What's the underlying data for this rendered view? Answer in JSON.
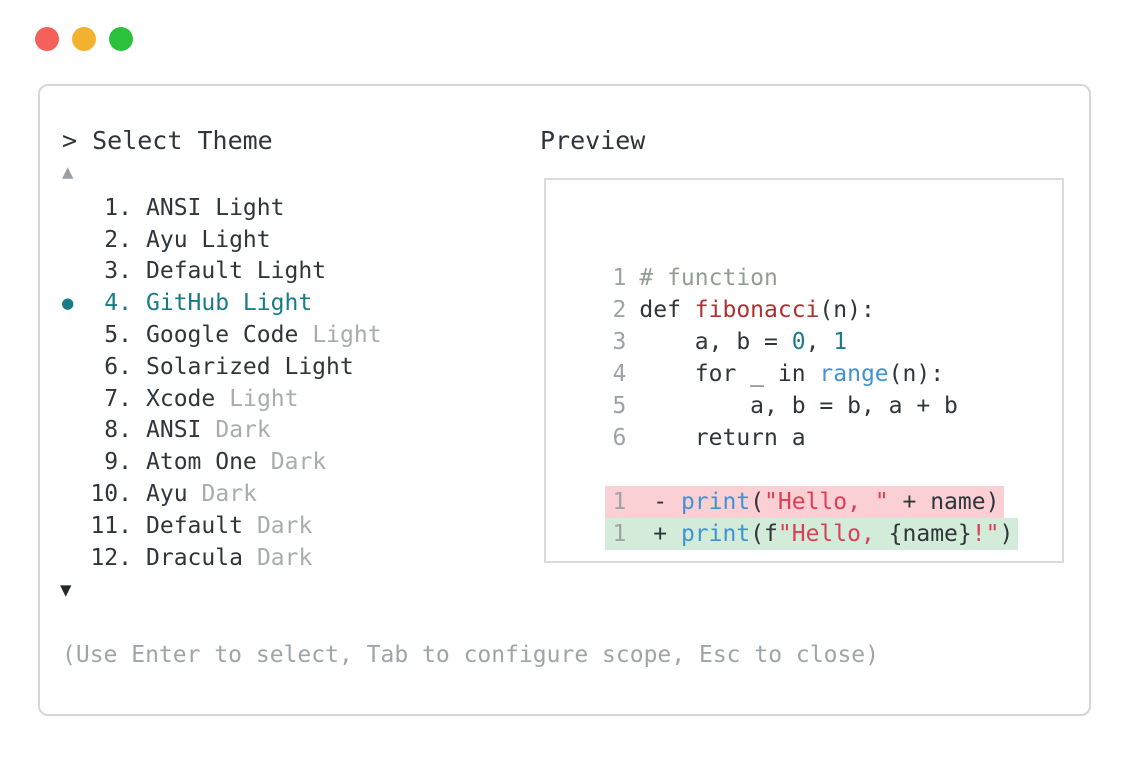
{
  "colors": {
    "dark": "#30353a",
    "muted": "#a8acaf",
    "selected": "#177c85",
    "window_border": "#d6d6d6",
    "preview_border": "#dadada",
    "arrow_disabled": "#9aa0a5",
    "arrow_enabled": "#26292c",
    "hint": "#9fa4a8",
    "line_number": "#9da2a6",
    "removed_bg": "#fad0d4",
    "added_bg": "#d2ecd9",
    "traffic_red": "#f4605a",
    "traffic_yellow": "#f1b32f",
    "traffic_green": "#2bc13d",
    "plain": "#30353a",
    "comment": "#939d92",
    "function_name": "#ad3131",
    "builtin": "#4292d2",
    "number": "#1e7a8c",
    "string": "#dd3e55"
  },
  "window": {
    "prompt": "> Select Theme",
    "preview_label": "Preview",
    "scroll_up_icon": "▲",
    "scroll_down_icon": "▼",
    "selected_bullet": "●",
    "hint": "(Use Enter to select, Tab to configure scope, Esc to close)"
  },
  "theme_list": {
    "selected_number": 4,
    "items": [
      {
        "number": "1.",
        "name": "ANSI Light",
        "variant": "",
        "selected": false
      },
      {
        "number": "2.",
        "name": "Ayu Light",
        "variant": "",
        "selected": false
      },
      {
        "number": "3.",
        "name": "Default Light",
        "variant": "",
        "selected": false
      },
      {
        "number": "4.",
        "name": "GitHub Light",
        "variant": "",
        "selected": true
      },
      {
        "number": "5.",
        "name": "Google Code",
        "variant": "Light",
        "selected": false
      },
      {
        "number": "6.",
        "name": "Solarized Light",
        "variant": "",
        "selected": false
      },
      {
        "number": "7.",
        "name": "Xcode",
        "variant": "Light",
        "selected": false
      },
      {
        "number": "8.",
        "name": "ANSI",
        "variant": "Dark",
        "selected": false
      },
      {
        "number": "9.",
        "name": "Atom One",
        "variant": "Dark",
        "selected": false
      },
      {
        "number": "10.",
        "name": "Ayu",
        "variant": "Dark",
        "selected": false
      },
      {
        "number": "11.",
        "name": "Default",
        "variant": "Dark",
        "selected": false
      },
      {
        "number": "12.",
        "name": "Dracula",
        "variant": "Dark",
        "selected": false
      }
    ]
  },
  "preview": {
    "code_lines": [
      {
        "line_number": "1",
        "diff": "",
        "tokens": [
          [
            "# function",
            "comment"
          ]
        ]
      },
      {
        "line_number": "2",
        "diff": "",
        "tokens": [
          [
            "def ",
            "plain"
          ],
          [
            "fibonacci",
            "function_name"
          ],
          [
            "(n):",
            "plain"
          ]
        ]
      },
      {
        "line_number": "3",
        "diff": "",
        "tokens": [
          [
            "    a, b = ",
            "plain"
          ],
          [
            "0",
            "number"
          ],
          [
            ", ",
            "plain"
          ],
          [
            "1",
            "number"
          ]
        ]
      },
      {
        "line_number": "4",
        "diff": "",
        "tokens": [
          [
            "    for _ in ",
            "plain"
          ],
          [
            "range",
            "builtin"
          ],
          [
            "(n):",
            "plain"
          ]
        ]
      },
      {
        "line_number": "5",
        "diff": "",
        "tokens": [
          [
            "        a, b = b, a + b",
            "plain"
          ]
        ]
      },
      {
        "line_number": "6",
        "diff": "",
        "tokens": [
          [
            "    return a",
            "plain"
          ]
        ]
      },
      {
        "line_number": "",
        "diff": "",
        "tokens": []
      },
      {
        "line_number": "1",
        "diff": "removed",
        "tokens": [
          [
            " - ",
            "plain"
          ],
          [
            "print",
            "builtin"
          ],
          [
            "(",
            "plain"
          ],
          [
            "\"Hello, \"",
            "string"
          ],
          [
            " + name)",
            "plain"
          ]
        ]
      },
      {
        "line_number": "1",
        "diff": "added",
        "tokens": [
          [
            " + ",
            "plain"
          ],
          [
            "print",
            "builtin"
          ],
          [
            "(f",
            "plain"
          ],
          [
            "\"Hello, ",
            "string"
          ],
          [
            "{name}",
            "plain"
          ],
          [
            "!\"",
            "string"
          ],
          [
            ")",
            "plain"
          ]
        ]
      }
    ]
  }
}
